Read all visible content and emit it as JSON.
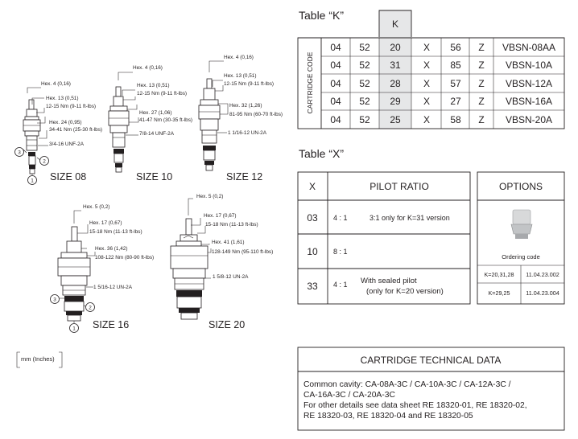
{
  "units_legend": "mm (Inches)",
  "size08": {
    "label": "SIZE 08",
    "hex1": "Hex. 4 (0,16)",
    "hex2": "Hex. 13 (0,51)",
    "torque1": "12-15 Nm (9-11 ft-lbs)",
    "hex3": "Hex. 24 (0,95)",
    "torque2": "34-41 Nm (25-30 ft-lbs)",
    "thread": "3/4-16 UNF-2A"
  },
  "size10": {
    "label": "SIZE 10",
    "hex1": "Hex. 4 (0,16)",
    "hex2": "Hex. 13 (0,51)",
    "torque1": "12-15 Nm (9-11 ft-lbs)",
    "hex3": "Hex. 27 (1,06)",
    "torque2": "41-47 Nm (30-35 ft-lbs)",
    "thread": "7/8-14 UNF-2A"
  },
  "size12": {
    "label": "SIZE 12",
    "hex1": "Hex. 4 (0,16)",
    "hex2": "Hex. 13 (0,51)",
    "torque1": "12-15 Nm (9-11 ft-lbs)",
    "hex3": "Hex. 32 (1,26)",
    "torque2": "81-95 Nm (60-70 ft-lbs)",
    "thread": "1 1/16-12 UN-2A"
  },
  "size16": {
    "label": "SIZE 16",
    "hex1": "Hex. 5 (0,2)",
    "hex2": "Hex. 17 (0,67)",
    "torque1": "15-18 Nm (11-13 ft-lbs)",
    "hex3": "Hex. 36 (1,42)",
    "torque2": "108-122 Nm (80-90 ft-lbs)",
    "thread": "1 5/16-12 UN-2A"
  },
  "size20": {
    "label": "SIZE 20",
    "hex1": "Hex. 5 (0,2)",
    "hex2": "Hex. 17 (0,67)",
    "torque1": "15-18 Nm (11-13 ft-lbs)",
    "hex3": "Hex. 41 (1,61)",
    "torque2": "128-149 Nm (95-110 ft-lbs)",
    "thread": "1 5/8-12 UN-2A"
  },
  "ports": {
    "p1": "1",
    "p2": "2",
    "p3": "3"
  },
  "tableK": {
    "title": "Table “K”",
    "k_header": "K",
    "side_label": "CARTRIDGE CODE",
    "rows": [
      [
        "04",
        "52",
        "20",
        "X",
        "56",
        "Z",
        "VBSN-08AA"
      ],
      [
        "04",
        "52",
        "31",
        "X",
        "85",
        "Z",
        "VBSN-10A"
      ],
      [
        "04",
        "52",
        "28",
        "X",
        "57",
        "Z",
        "VBSN-12A"
      ],
      [
        "04",
        "52",
        "29",
        "X",
        "27",
        "Z",
        "VBSN-16A"
      ],
      [
        "04",
        "52",
        "25",
        "X",
        "58",
        "Z",
        "VBSN-20A"
      ]
    ]
  },
  "tableX": {
    "title": "Table “X”",
    "col_x": "X",
    "col_ratio": "PILOT RATIO",
    "rows": [
      {
        "x": "03",
        "ratio": "4 : 1",
        "note": "3:1  only for K=31 version"
      },
      {
        "x": "10",
        "ratio": "8 : 1",
        "note": ""
      },
      {
        "x": "33",
        "ratio": "4 : 1",
        "note": "With sealed pilot",
        "note2": "(only for K=20 version)"
      }
    ]
  },
  "options": {
    "title": "OPTIONS",
    "ordering_label": "Ordering code",
    "rows": [
      {
        "k": "K=20,31,28",
        "code": "11.04.23.002"
      },
      {
        "k": "K=29,25",
        "code": "11.04.23.004"
      }
    ]
  },
  "technical": {
    "title": "CARTRIDGE TECHNICAL DATA",
    "lines": [
      "Common cavity: CA-08A-3C / CA-10A-3C / CA-12A-3C /",
      "CA-16A-3C / CA-20A-3C",
      "For other details see data sheet RE 18320-01, RE 18320-02,",
      "RE 18320-03, RE 18320-04 and RE 18320-05"
    ]
  }
}
